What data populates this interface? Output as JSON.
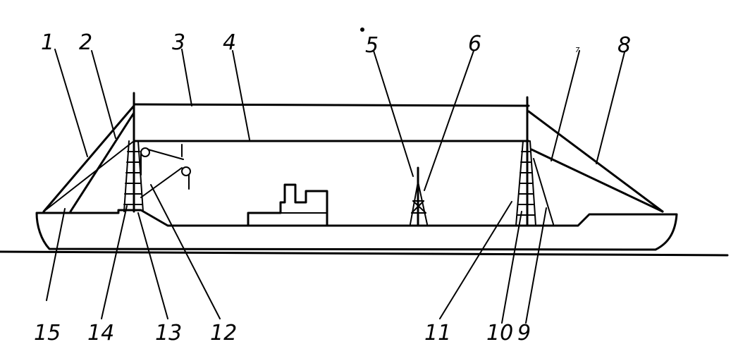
{
  "callouts": {
    "n1": "1",
    "n2": "2",
    "n3": "3",
    "n4": "4",
    "n5": "5",
    "n6": "6",
    "n7": "7",
    "n8": "8",
    "n9": "9",
    "n10": "10",
    "n11": "11",
    "n12": "12",
    "n13": "13",
    "n14": "14",
    "n15": "15"
  }
}
